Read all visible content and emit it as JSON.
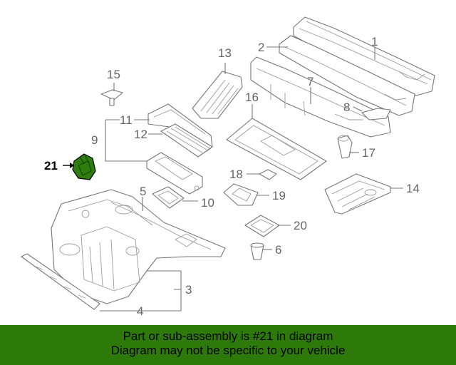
{
  "diagram": {
    "callouts": [
      "1",
      "2",
      "3",
      "4",
      "5",
      "6",
      "7",
      "8",
      "9",
      "10",
      "11",
      "12",
      "13",
      "14",
      "15",
      "16",
      "17",
      "18",
      "19",
      "20",
      "21"
    ],
    "highlighted_callout": "21",
    "colors": {
      "highlight_part": "#2e7d0e",
      "banner": "#2d7a0a",
      "line_art": "#777777",
      "callout_text": "#666666"
    }
  },
  "banner": {
    "line1": "Part or sub-assembly is #21 in diagram",
    "line2": "Diagram may not be specific to your vehicle"
  }
}
